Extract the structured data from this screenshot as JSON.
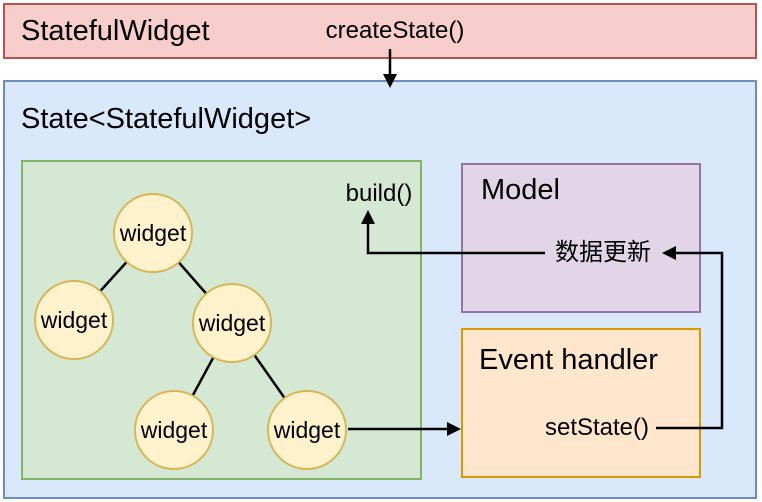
{
  "stateful_widget_box": {
    "title": "StatefulWidget",
    "method_label": "createState()"
  },
  "state_box": {
    "title": "State<StatefulWidget>"
  },
  "widget_tree": {
    "build_label": "build()",
    "nodes": [
      "widget",
      "widget",
      "widget",
      "widget",
      "widget"
    ]
  },
  "model_box": {
    "title": "Model",
    "update_label": "数据更新"
  },
  "event_handler_box": {
    "title": "Event handler",
    "method_label": "setState()"
  },
  "colors": {
    "stateful_widget_fill": "#f8cecc",
    "stateful_widget_stroke": "#b85450",
    "state_fill": "#dae8fc",
    "state_stroke": "#6c8ebf",
    "tree_panel_fill": "#d5e8d4",
    "tree_panel_stroke": "#82b366",
    "widget_node_fill": "#fff2cc",
    "widget_node_stroke": "#d6b656",
    "model_fill": "#e1d5e7",
    "model_stroke": "#9673a6",
    "event_handler_fill": "#ffe6cc",
    "event_handler_stroke": "#d79b00",
    "connector": "#000000",
    "text": "#000000"
  }
}
